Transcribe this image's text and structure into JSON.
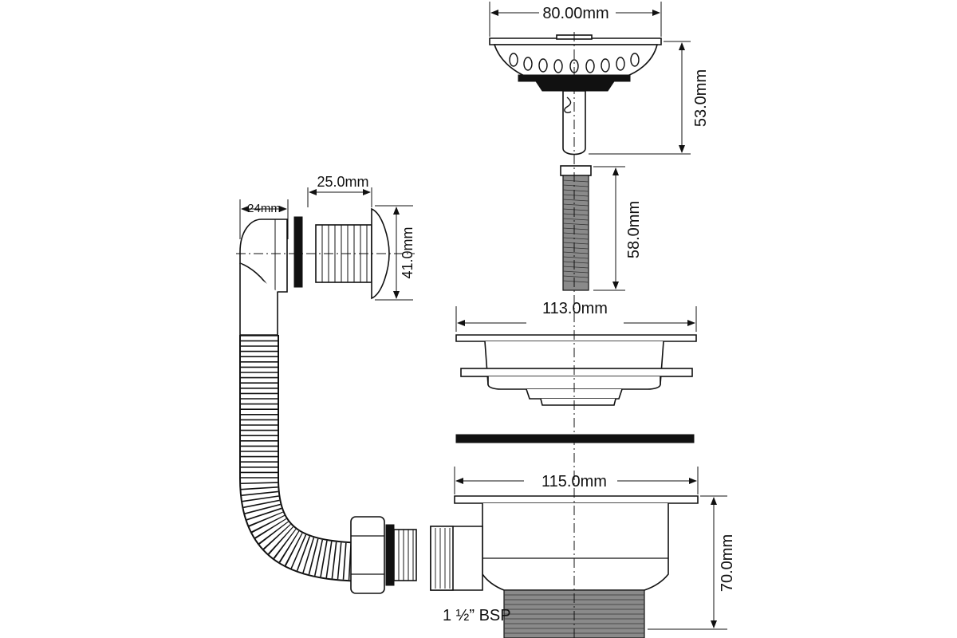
{
  "dimensions": {
    "basket_width": "80.00mm",
    "basket_height": "53.0mm",
    "rod_length": "58.0mm",
    "flange_width": "113.0mm",
    "body_width": "115.0mm",
    "body_height": "70.0mm",
    "overflow_depth": "25.0mm",
    "overflow_height": "41.0mm",
    "elbow_width": "24mm"
  },
  "labels": {
    "thread": "1 ½” BSP"
  }
}
